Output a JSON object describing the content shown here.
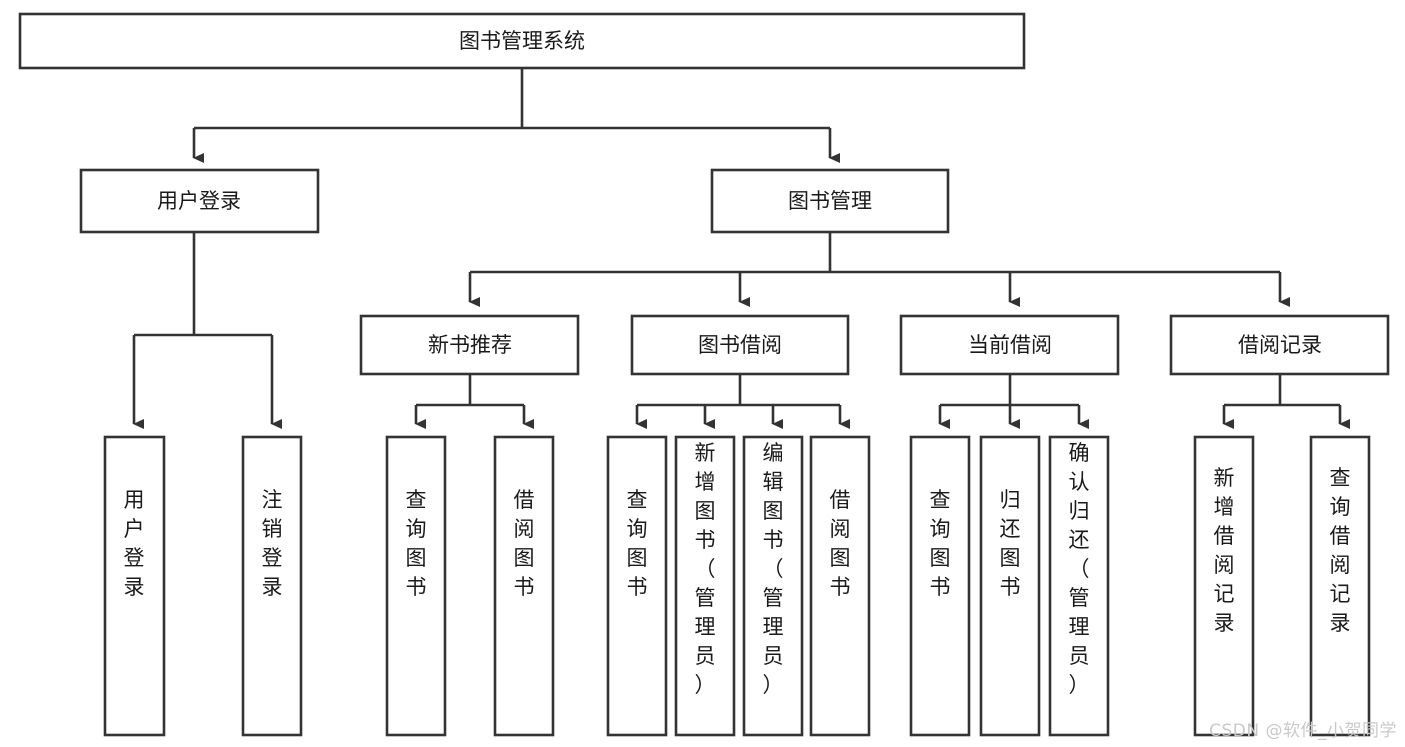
{
  "diagram": {
    "title": "图书管理系统",
    "type": "tree-hierarchy-diagram",
    "colors": {
      "stroke": "#333333",
      "fill": "#ffffff",
      "text": "#1a1a1a",
      "watermark": "#c9c9c9"
    },
    "root": {
      "label": "图书管理系统"
    },
    "level2": [
      {
        "label": "用户登录"
      },
      {
        "label": "图书管理"
      }
    ],
    "level3": [
      {
        "label": "新书推荐"
      },
      {
        "label": "图书借阅"
      },
      {
        "label": "当前借阅"
      },
      {
        "label": "借阅记录"
      }
    ],
    "leaves": {
      "user_login": [
        {
          "label": "用户登录"
        },
        {
          "label": "注销登录"
        }
      ],
      "new_book": [
        {
          "label": "查询图书"
        },
        {
          "label": "借阅图书"
        }
      ],
      "book_borrow": [
        {
          "label": "查询图书"
        },
        {
          "label": "新增图书（管理员）"
        },
        {
          "label": "编辑图书（管理员）"
        },
        {
          "label": "借阅图书"
        }
      ],
      "current_borrow": [
        {
          "label": "查询图书"
        },
        {
          "label": "归还图书"
        },
        {
          "label": "确认归还（管理员）"
        }
      ],
      "borrow_record": [
        {
          "label": "新增借阅记录"
        },
        {
          "label": "查询借阅记录"
        }
      ]
    }
  },
  "watermark": {
    "text": "CSDN @软件_小贺同学"
  }
}
